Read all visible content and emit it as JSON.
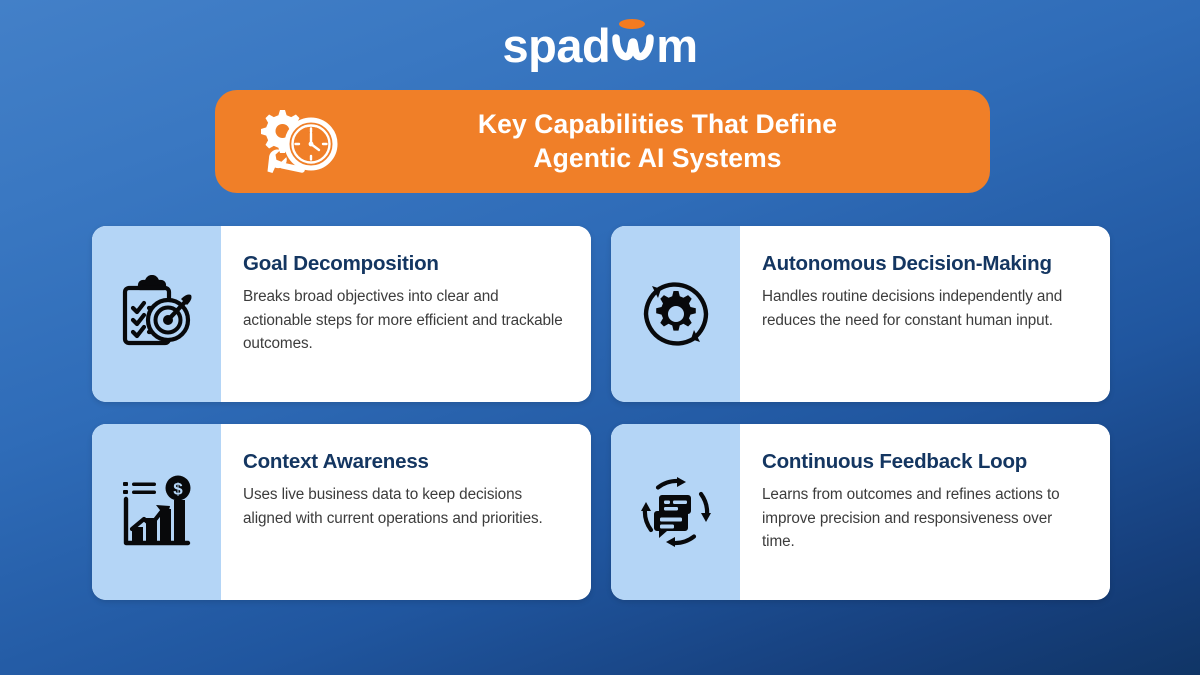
{
  "brand": {
    "name": "spadcom",
    "part_before": "spad",
    "part_after": "m",
    "accent_color": "#F47B20",
    "text_color": "#FFFFFF"
  },
  "header": {
    "icon": "gear-clock-wrench-icon",
    "title_line1": "Key Capabilities That Define",
    "title_line2": "Agentic AI Systems",
    "background_color": "#F07F28",
    "text_color": "#FFFFFF"
  },
  "theme": {
    "background_top": "#4380C8",
    "background_bottom": "#103566",
    "card_background": "#FFFFFF",
    "card_icon_panel": "#B4D5F6",
    "card_title_color": "#143661",
    "card_text_color": "#3C3C3C"
  },
  "cards": [
    {
      "icon": "clipboard-target-icon",
      "title": "Goal Decomposition",
      "description": "Breaks broad objectives into clear and actionable steps for more efficient and trackable outcomes."
    },
    {
      "icon": "gear-cycle-icon",
      "title": "Autonomous Decision-Making",
      "description": "Handles routine decisions independently and reduces the need for constant human input."
    },
    {
      "icon": "bar-chart-growth-dollar-icon",
      "title": "Context Awareness",
      "description": "Uses live business data to keep decisions aligned with current operations and priorities."
    },
    {
      "icon": "chat-bubbles-cycle-icon",
      "title": "Continuous Feedback Loop",
      "description": "Learns from outcomes and refines actions to improve precision and responsiveness over time."
    }
  ]
}
